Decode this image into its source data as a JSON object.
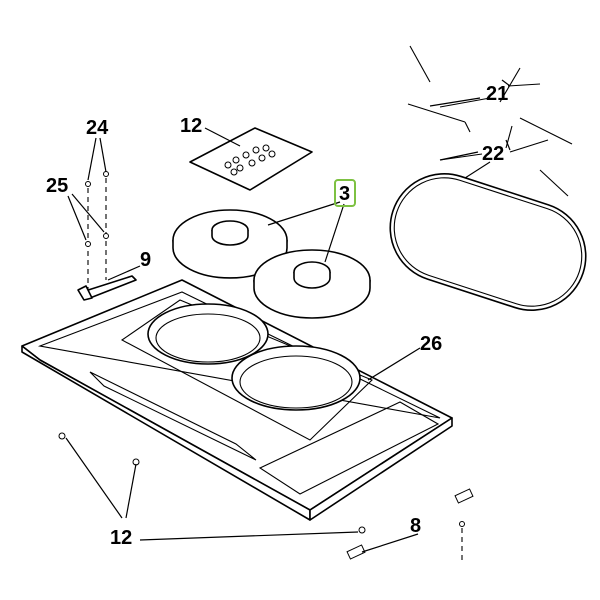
{
  "callouts": [
    {
      "id": "c21",
      "text": "21"
    },
    {
      "id": "c22",
      "text": "22"
    },
    {
      "id": "c12top",
      "text": "12"
    },
    {
      "id": "c24",
      "text": "24"
    },
    {
      "id": "c25",
      "text": "25"
    },
    {
      "id": "c3",
      "text": "3"
    },
    {
      "id": "c9",
      "text": "9"
    },
    {
      "id": "c26",
      "text": "26"
    },
    {
      "id": "c8",
      "text": "8"
    },
    {
      "id": "c12bot",
      "text": "12"
    }
  ],
  "highlight_color": "#7dc142",
  "line_color": "#000000"
}
